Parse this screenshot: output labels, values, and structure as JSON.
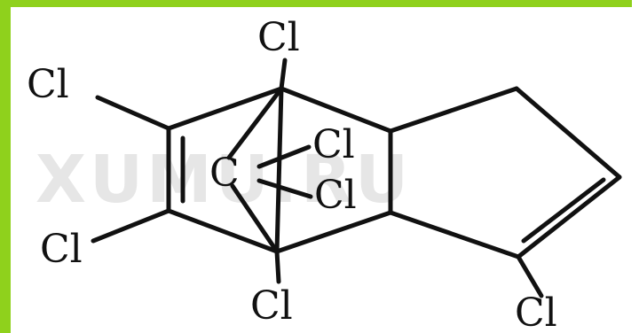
{
  "colors": {
    "frame_green": "#8fd11c",
    "ink": "#111111",
    "watermark": "#e6e6e6",
    "background": "#ffffff"
  },
  "watermark_text": "XUMU.RU",
  "atoms": {
    "cl_bridge_top": "Cl",
    "cl_upper_left": "Cl",
    "cl_bridge_carbon_1": "Cl",
    "c_bridge": "C",
    "cl_bridge_carbon_2": "Cl",
    "cl_lower_left": "Cl",
    "cl_bridge_bottom": "Cl",
    "cl_lower_right": "Cl"
  }
}
